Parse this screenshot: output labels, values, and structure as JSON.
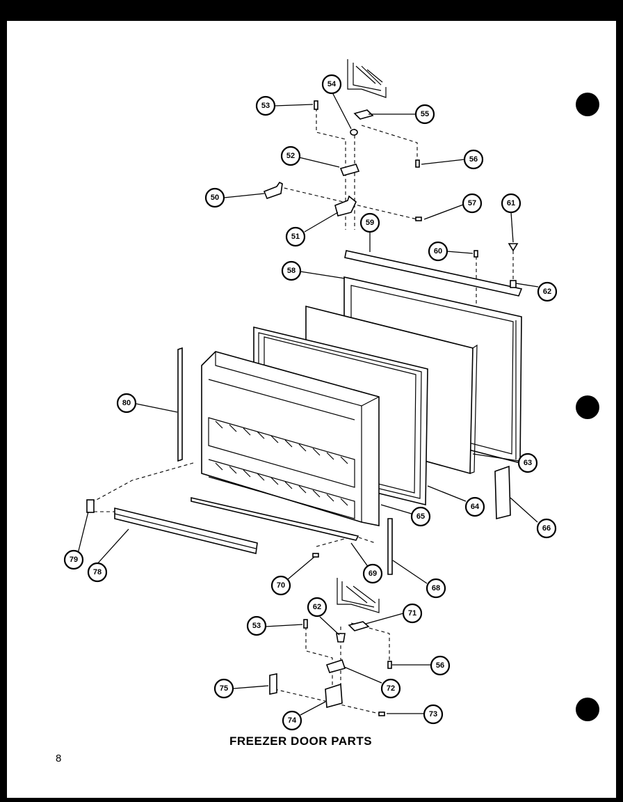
{
  "title": "FREEZER DOOR PARTS",
  "page_number": "8",
  "callouts": {
    "c50": "50",
    "c51": "51",
    "c52": "52",
    "c53a": "53",
    "c53b": "53",
    "c54": "54",
    "c55": "55",
    "c56a": "56",
    "c56b": "56",
    "c57": "57",
    "c58": "58",
    "c59": "59",
    "c60": "60",
    "c61": "61",
    "c62a": "62",
    "c62b": "62",
    "c63": "63",
    "c64": "64",
    "c65": "65",
    "c66": "66",
    "c68": "68",
    "c69": "69",
    "c70": "70",
    "c71": "71",
    "c72": "72",
    "c73": "73",
    "c74": "74",
    "c75": "75",
    "c78": "78",
    "c79": "79",
    "c80": "80"
  }
}
